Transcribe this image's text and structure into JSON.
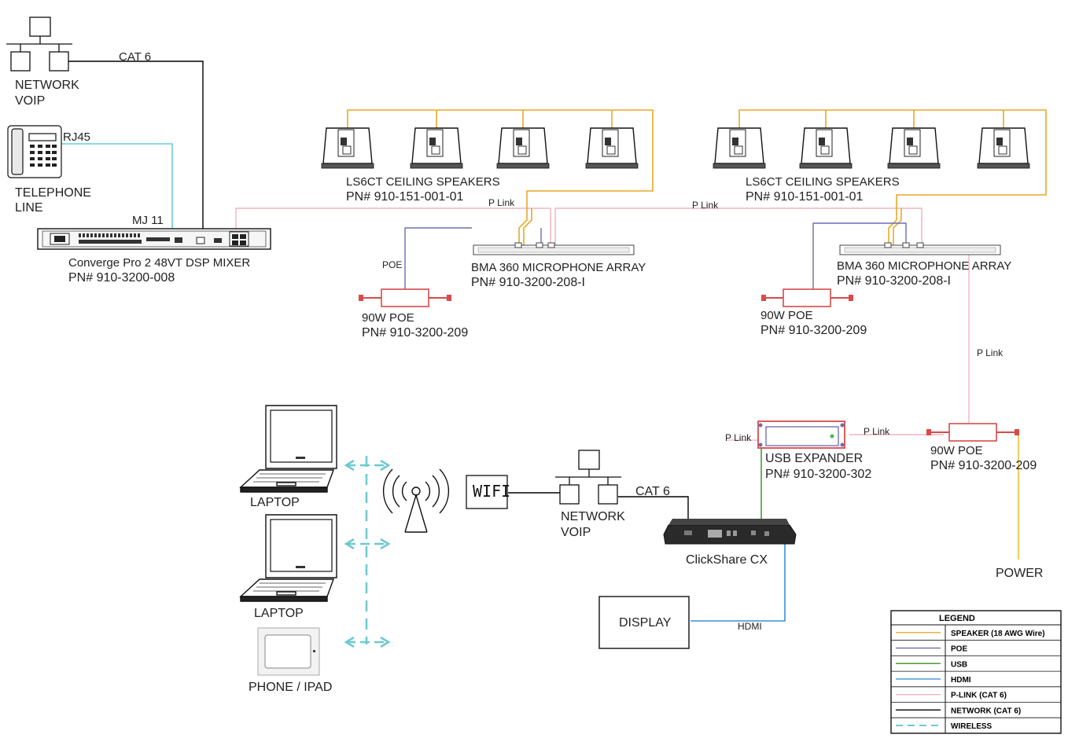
{
  "colors": {
    "speaker": "#e8a92a",
    "poe": "#6b6bb8",
    "usb": "#4a9a3a",
    "hdmi": "#3d8fd6",
    "plink": "#f2b4bf",
    "network": "#000000",
    "wireless": "#6cc9cf",
    "rj45": "#6cc9dc",
    "power": "#e8c23a"
  },
  "top_network": {
    "label_line1": "NETWORK",
    "label_line2": "VOIP",
    "cable": "CAT 6"
  },
  "telephone": {
    "connector": "RJ45",
    "label_line1": "TELEPHONE",
    "label_line2": "LINE"
  },
  "mixer": {
    "port_label": "MJ 11",
    "name": "Converge Pro 2 48VT DSP MIXER",
    "pn": "PN# 910-3200-008"
  },
  "speakers_left": {
    "name": "LS6CT CEILING SPEAKERS",
    "pn": "PN# 910-151-001-01"
  },
  "speakers_right": {
    "name": "LS6CT CEILING SPEAKERS",
    "pn": "PN# 910-151-001-01"
  },
  "mic_left": {
    "name": "BMA 360 MICROPHONE ARRAY",
    "pn": "PN# 910-3200-208-I"
  },
  "mic_right": {
    "name": "BMA 360 MICROPHONE ARRAY",
    "pn": "PN# 910-3200-208-I"
  },
  "poe_left": {
    "cable": "POE",
    "name": "90W POE",
    "pn": "PN# 910-3200-209"
  },
  "poe_right": {
    "name": "90W POE",
    "pn": "PN# 910-3200-209"
  },
  "poe_bottom": {
    "name": "90W POE",
    "pn": "PN# 910-3200-209"
  },
  "plink_labels": [
    "P Link",
    "P Link",
    "P Link",
    "P Link",
    "P Link"
  ],
  "usb_expander": {
    "name": "USB EXPANDER",
    "pn": "PN# 910-3200-302"
  },
  "clickshare": {
    "name": "ClickShare CX"
  },
  "display": {
    "name": "DISPLAY",
    "cable": "HDMI"
  },
  "power": {
    "name": "POWER"
  },
  "wifi": {
    "name": "WIFI"
  },
  "bottom_network": {
    "cable": "CAT 6",
    "label_line1": "NETWORK",
    "label_line2": "VOIP"
  },
  "devices": {
    "laptop1": "LAPTOP",
    "laptop2": "LAPTOP",
    "tablet": "PHONE / IPAD"
  },
  "legend": {
    "title": "LEGEND",
    "items": [
      {
        "label": "SPEAKER (18 AWG Wire)",
        "color": "#e8a92a",
        "style": "solid"
      },
      {
        "label": "POE",
        "color": "#6b6bb8",
        "style": "solid"
      },
      {
        "label": "USB",
        "color": "#4a9a3a",
        "style": "solid"
      },
      {
        "label": "HDMI",
        "color": "#3d8fd6",
        "style": "solid"
      },
      {
        "label": "P-LINK (CAT 6)",
        "color": "#f2b4bf",
        "style": "solid"
      },
      {
        "label": "NETWORK (CAT 6)",
        "color": "#000000",
        "style": "solid"
      },
      {
        "label": "WIRELESS",
        "color": "#6cc9cf",
        "style": "dashed"
      }
    ]
  }
}
